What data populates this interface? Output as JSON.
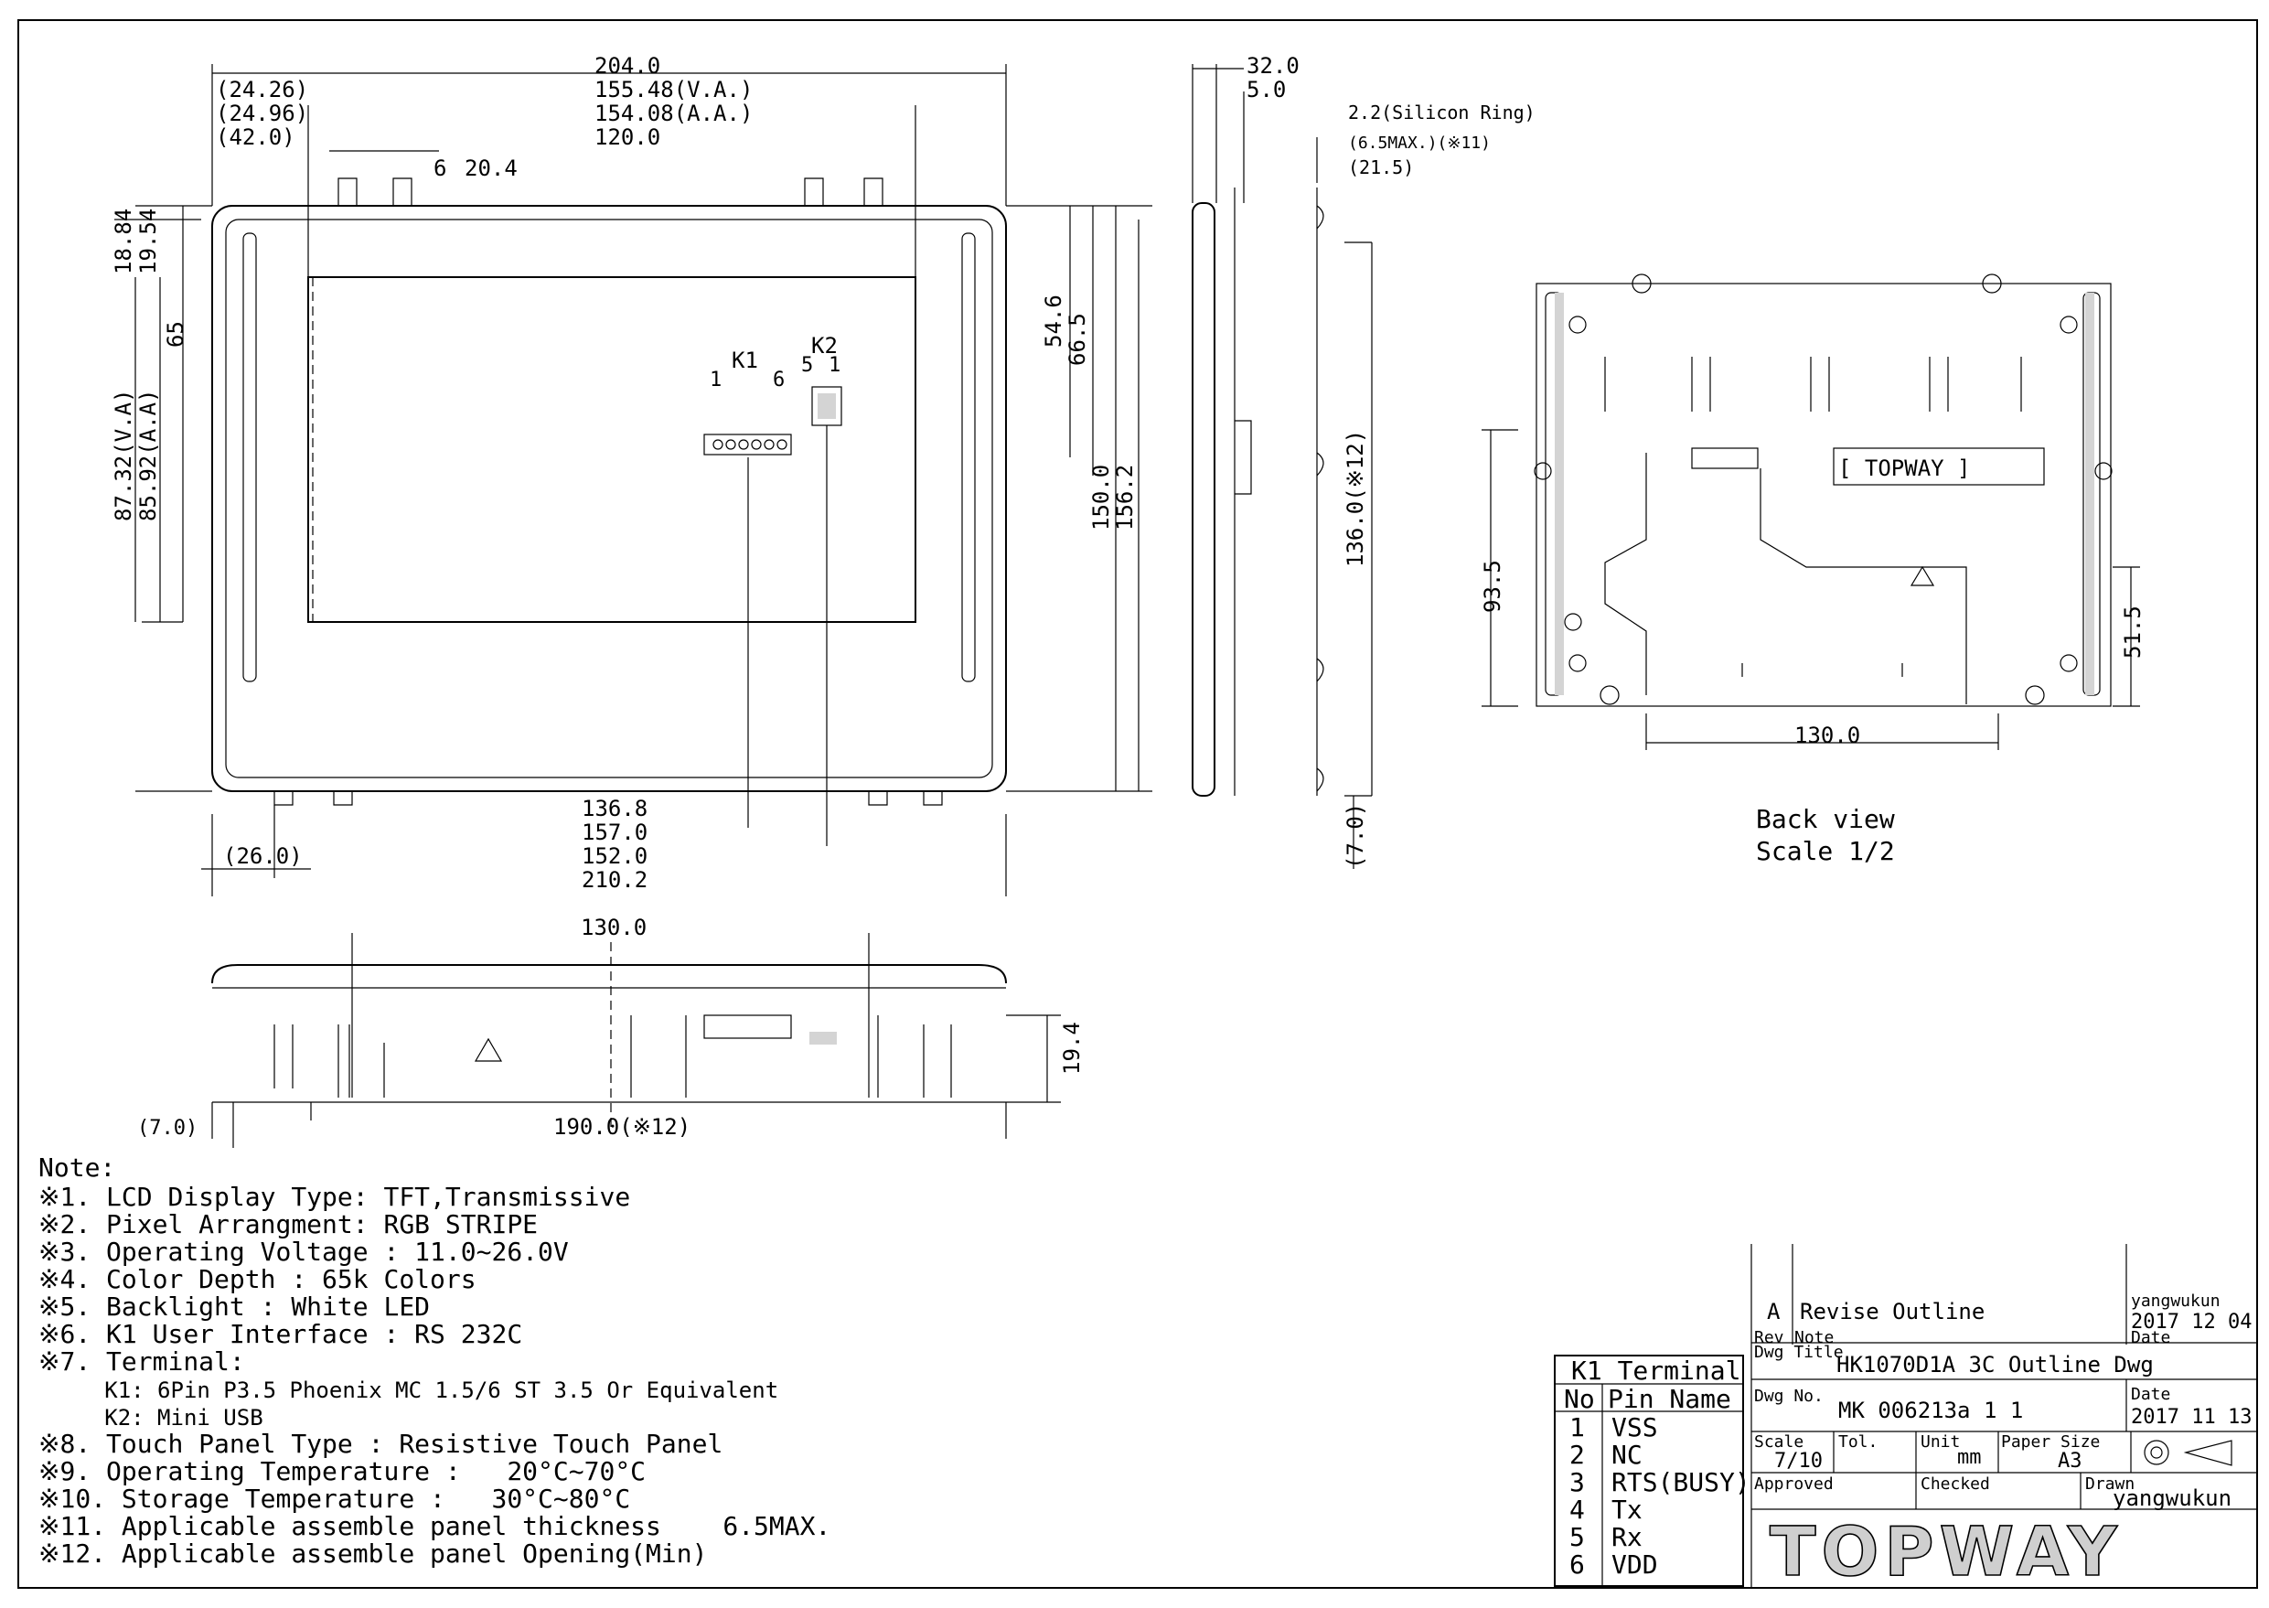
{
  "front": {
    "dims_top": [
      "204.0",
      "155.48(V.A.)",
      "154.08(A.A.)",
      "120.0"
    ],
    "dims_left_top": [
      "(24.26)",
      "(24.96)",
      "(42.0)"
    ],
    "dim_6": "6",
    "dim_20_4": "20.4",
    "dims_vertical_left": [
      "18.84",
      "19.54",
      "65",
      "87.32(V.A)",
      "85.92(A.A)"
    ],
    "dims_vertical_right": [
      "54.6",
      "66.5",
      "150.0",
      "156.2"
    ],
    "dims_bottom": [
      "136.8",
      "157.0",
      "152.0",
      "210.2"
    ],
    "dim_26": "(26.0)",
    "k1_label": "K1",
    "k2_label": "K2",
    "k1_pins": [
      "1",
      "6"
    ],
    "k2_pins": [
      "5",
      "1"
    ]
  },
  "side": {
    "dims_top": [
      "32.0",
      "5.0"
    ],
    "ring_note": [
      "2.2(Silicon Ring)",
      "(6.5MAX.)(※11)",
      "(21.5)"
    ],
    "dim_136": "136.0(※12)",
    "dim_7": "(7.0)"
  },
  "bottom_view": {
    "dim_130": "130.0",
    "dim_19_4": "19.4",
    "dim_7": "(7.0)",
    "dim_190": "190.0(※12)"
  },
  "back": {
    "dim_93_5": "93.5",
    "dim_51_5": "51.5",
    "dim_130": "130.0",
    "logo_text": "[ TOPWAY ]",
    "label": "Back view",
    "scale": "Scale 1/2"
  },
  "notes": {
    "heading": "Note:",
    "items": [
      "※1. LCD Display Type: TFT,Transmissive",
      "※2. Pixel Arrangment: RGB STRIPE",
      "※3. Operating Voltage : 11.0~26.0V",
      "※4. Color Depth : 65k Colors",
      "※5. Backlight : White LED",
      "※6. K1 User Interface : RS 232C",
      "※7. Terminal:",
      "     K1: 6Pin P3.5 Phoenix MC 1.5/6 ST 3.5 Or Equivalent",
      "     K2: Mini USB",
      "※8. Touch Panel Type : Resistive Touch Panel",
      "※9. Operating Temperature :   20°C~70°C",
      "※10. Storage Temperature :   30°C~80°C",
      "※11. Applicable assemble panel thickness    6.5MAX.",
      "※12. Applicable assemble panel Opening(Min)"
    ]
  },
  "pin_table": {
    "title": "K1 Terminal",
    "col_no": "No",
    "col_name": "Pin Name",
    "rows": [
      {
        "no": "1",
        "name": "VSS"
      },
      {
        "no": "2",
        "name": "NC"
      },
      {
        "no": "3",
        "name": "RTS(BUSY)"
      },
      {
        "no": "4",
        "name": "Tx"
      },
      {
        "no": "5",
        "name": "Rx"
      },
      {
        "no": "6",
        "name": "VDD"
      }
    ]
  },
  "title_block": {
    "rev": "A",
    "rev_note": "Revise Outline",
    "rev_author": "yangwukun",
    "rev_date": "2017 12 04",
    "rev_label": "Rev",
    "note_label": "Note",
    "date_label": "Date",
    "dwg_title_label": "Dwg Title",
    "dwg_title": "HK1070D1A 3C Outline Dwg",
    "dwg_no_label": "Dwg No.",
    "dwg_no": "MK 006213a 1 1",
    "date2_label": "Date",
    "date2": "2017 11 13",
    "scale_label": "Scale",
    "scale": "7/10",
    "tol_label": "Tol.",
    "unit_label": "Unit",
    "unit": "mm",
    "paper_label": "Paper Size",
    "paper": "A3",
    "approved_label": "Approved",
    "checked_label": "Checked",
    "drawn_label": "Drawn",
    "drawn": "yangwukun",
    "logo": "TOPWAY"
  }
}
